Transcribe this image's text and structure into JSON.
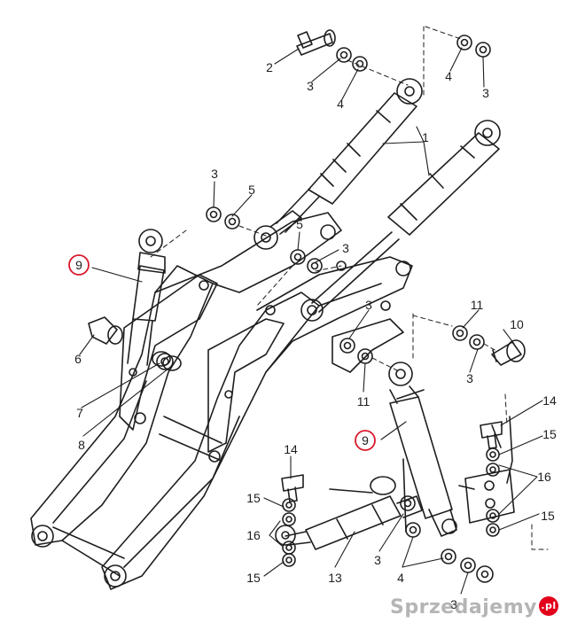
{
  "callouts": {
    "c1": "1",
    "c2": "2",
    "c3a": "3",
    "c4a": "4",
    "c4b": "4",
    "c3b": "3",
    "c3c": "3",
    "c5a": "5",
    "c5b": "5",
    "c3d": "3",
    "c9a": "9",
    "c6": "6",
    "c7": "7",
    "c8": "8",
    "c3e": "3",
    "c11a": "11",
    "c10": "10",
    "c11b": "11",
    "c3f": "3",
    "c9b": "9",
    "c14a": "14",
    "c15a": "15",
    "c16a": "16",
    "c15b": "15",
    "c14b": "14",
    "c15c": "15",
    "c16b": "16",
    "c15d": "15",
    "c13": "13",
    "c3g": "3",
    "c4c": "4",
    "c3h": "3"
  },
  "highlight_color": "#d9182a",
  "watermark": {
    "text": "Sprzedajemy",
    "badge": ".pl"
  }
}
